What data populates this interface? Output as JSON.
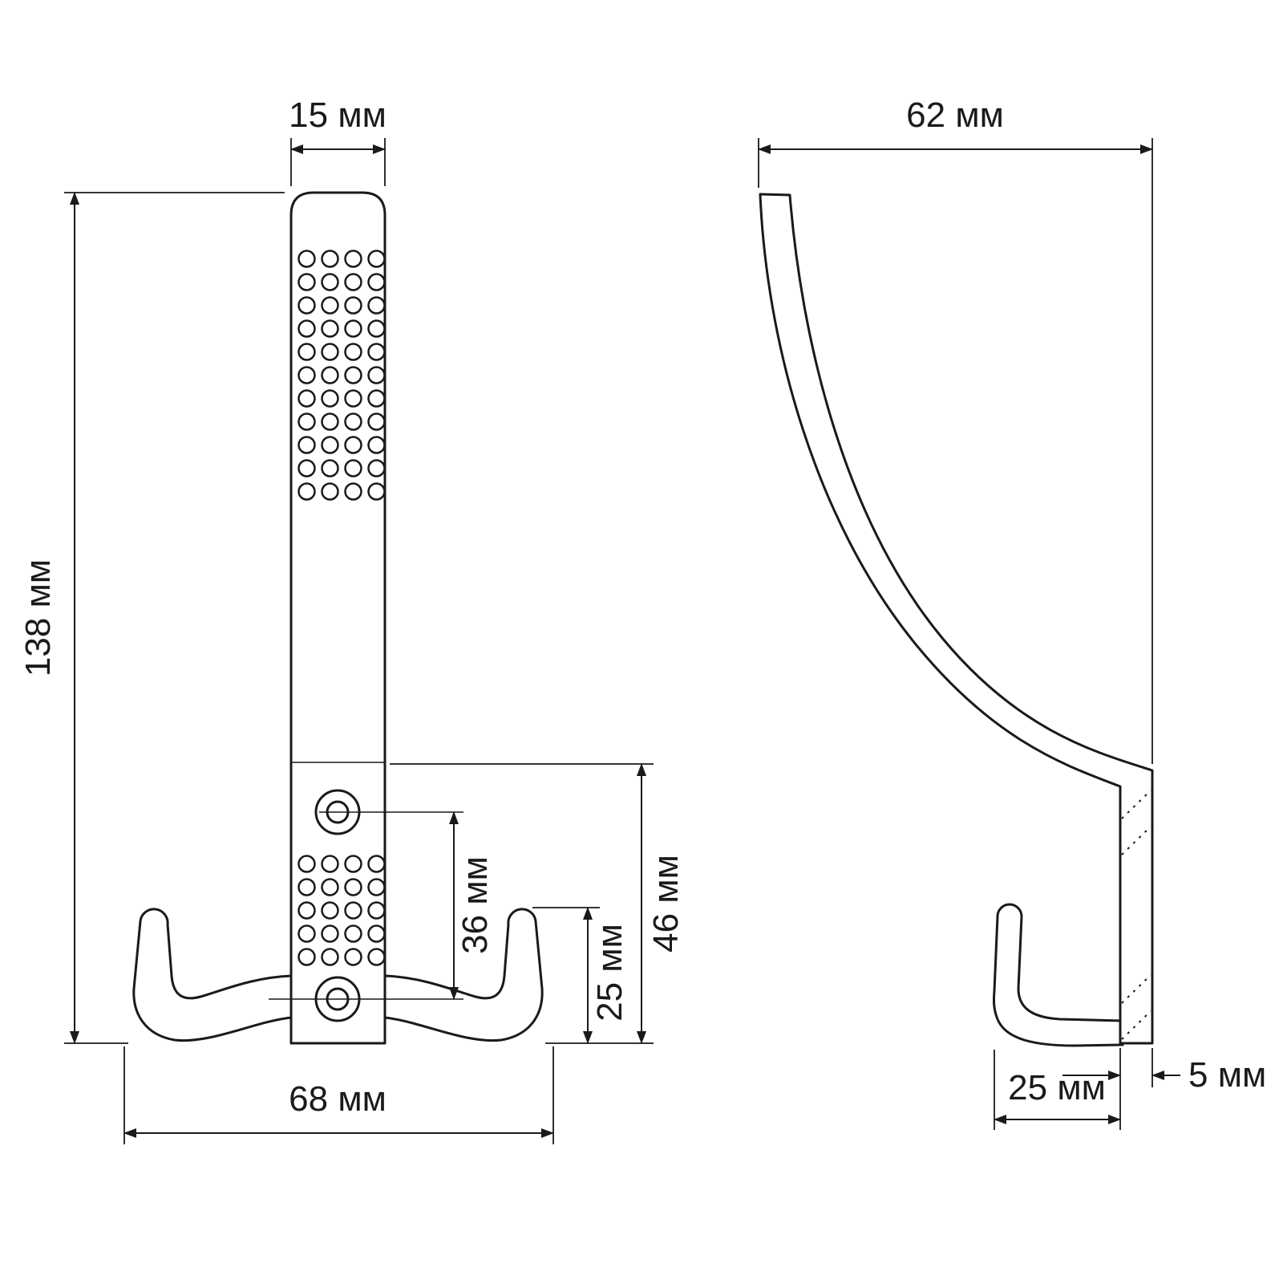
{
  "drawing": {
    "type": "technical-drawing",
    "subject": "triple coat hook, front and side orthographic views",
    "unit": "мм"
  },
  "dimensions": {
    "front": {
      "strip_width": "15 мм",
      "total_height": "138 мм",
      "lower_section_height": "46 мм",
      "hole_spacing": "36 мм",
      "hook_tip_height": "25 мм",
      "total_width": "68 мм"
    },
    "side": {
      "total_depth": "62 мм",
      "strip_thickness": "5 мм",
      "hook_depth": "25 мм"
    }
  },
  "colors": {
    "line": "#1a1a1a",
    "background": "#ffffff"
  }
}
